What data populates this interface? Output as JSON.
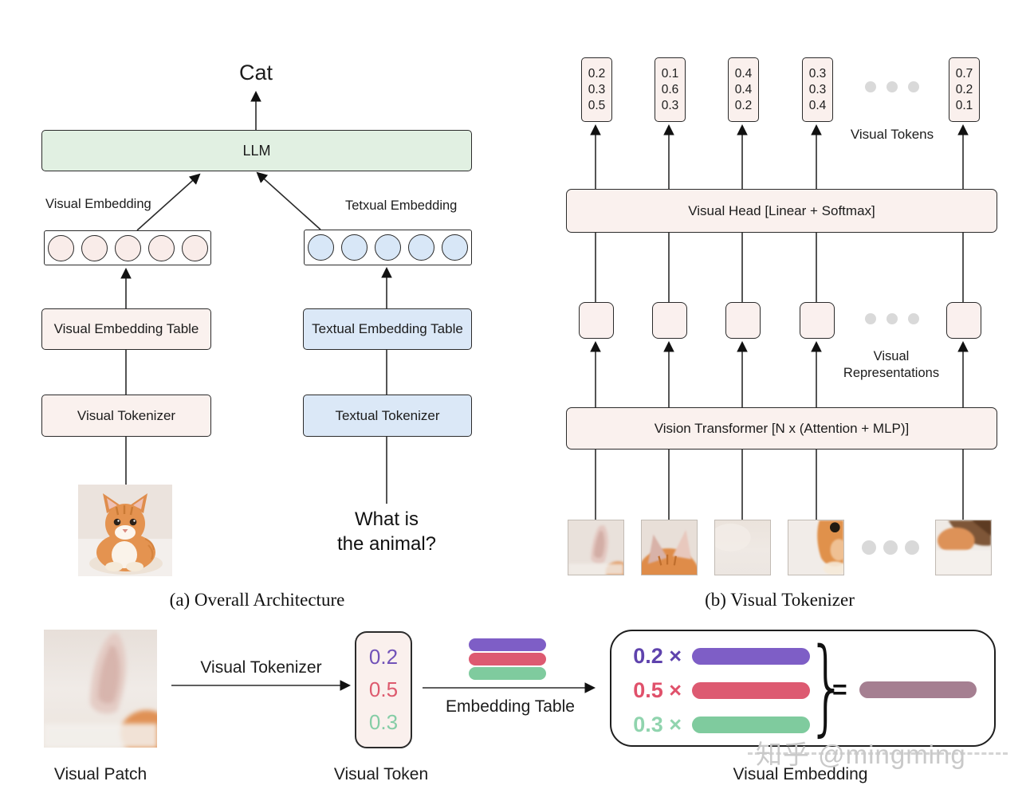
{
  "panel_a": {
    "caption": "(a) Overall Architecture",
    "output_word": "Cat",
    "llm_label": "LLM",
    "visual_embedding_label": "Visual Embedding",
    "textual_embedding_label": "Tetxual Embedding",
    "visual_embedding_table_label": "Visual Embedding Table",
    "textual_embedding_table_label": "Textual Embedding Table",
    "visual_tokenizer_label": "Visual Tokenizer",
    "textual_tokenizer_label": "Textual Tokenizer",
    "question_line1": "What is",
    "question_line2": "the animal?"
  },
  "panel_b": {
    "caption": "(b) Visual Tokenizer",
    "visual_tokens_label": "Visual Tokens",
    "visual_head_label": "Visual Head [Linear + Softmax]",
    "visual_representations_line1": "Visual",
    "visual_representations_line2": "Representations",
    "vision_transformer_label": "Vision Transformer [N x (Attention + MLP)]",
    "tokens": [
      [
        "0.2",
        "0.3",
        "0.5"
      ],
      [
        "0.1",
        "0.6",
        "0.3"
      ],
      [
        "0.4",
        "0.4",
        "0.2"
      ],
      [
        "0.3",
        "0.3",
        "0.4"
      ],
      [
        "0.7",
        "0.2",
        "0.1"
      ]
    ]
  },
  "panel_c": {
    "visual_patch_label": "Visual Patch",
    "tokenizer_arrow_label": "Visual Tokenizer",
    "visual_token_label": "Visual Token",
    "embedding_arrow_label": "Embedding Table",
    "visual_embedding_label": "Visual Embedding",
    "token_values": [
      "0.2",
      "0.5",
      "0.3"
    ],
    "weighted_terms": [
      {
        "coeff": "0.2 ×"
      },
      {
        "coeff": "0.5 ×"
      },
      {
        "coeff": "0.3 ×"
      }
    ],
    "brace": "}",
    "equals": "="
  },
  "watermark": {
    "text": "知乎 @mingming"
  },
  "colors": {
    "box_green": "#e1f0e2",
    "box_pink": "#faf1ee",
    "box_blue": "#dbe8f7",
    "accent_purple": "#7e5ec6",
    "accent_red": "#dd5a71",
    "accent_green": "#7fcb9e",
    "result_mauve": "#a57f91",
    "dots_gray": "#d9d9d9"
  }
}
